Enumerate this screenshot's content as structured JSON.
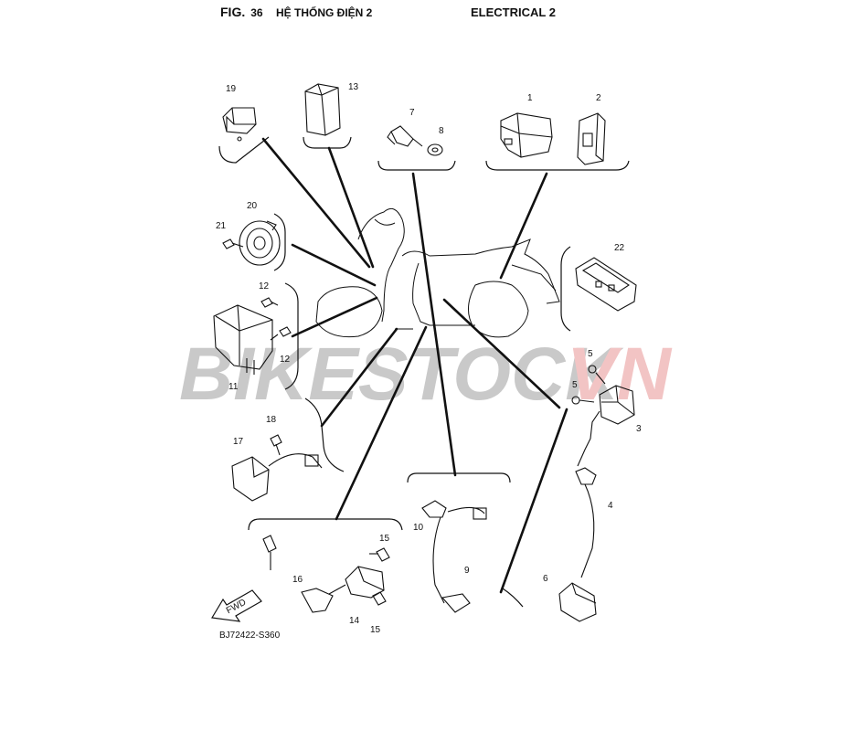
{
  "header": {
    "fig_label": "FIG.",
    "fig_number": "36",
    "title_vn": "HỆ THỐNG ĐIỆN 2",
    "title_en": "ELECTRICAL 2"
  },
  "diagram_code": "BJ72422-S360",
  "watermark": {
    "text_main": "BIKESTOCK",
    "text_accent": "VN",
    "main_color": "#c9c9c9",
    "accent_color": "#f2c4c4"
  },
  "arrow_label": "FWD",
  "callouts": [
    "19",
    "13",
    "7",
    "8",
    "1",
    "2",
    "20",
    "21",
    "22",
    "12",
    "12",
    "11",
    "5",
    "5",
    "3",
    "18",
    "17",
    "4",
    "10",
    "9",
    "15",
    "16",
    "14",
    "15",
    "6"
  ]
}
